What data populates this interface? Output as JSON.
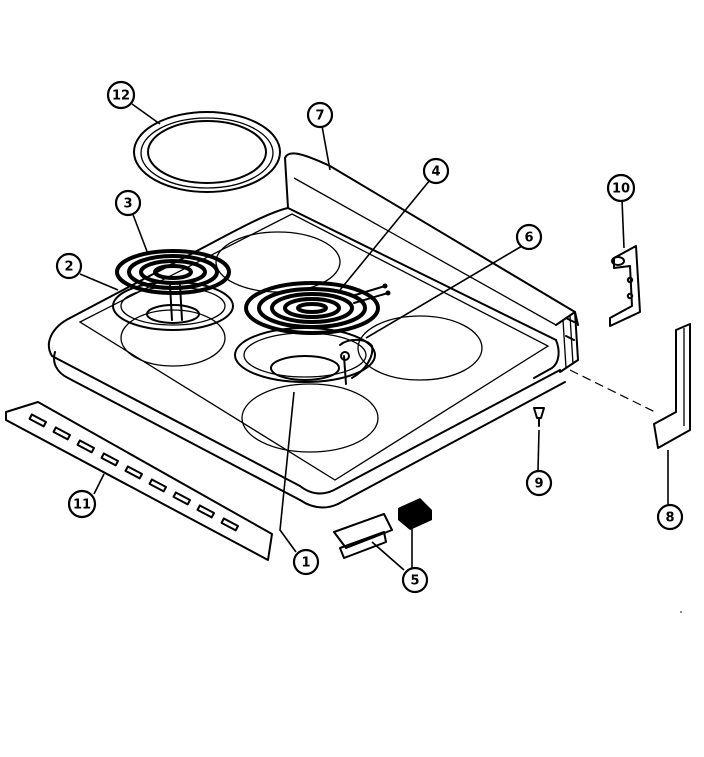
{
  "callouts": [
    {
      "id": "1",
      "label": "1",
      "part": "drip-bowl-large"
    },
    {
      "id": "2",
      "label": "2",
      "part": "drip-bowl-small"
    },
    {
      "id": "3",
      "label": "3",
      "part": "surface-element-small"
    },
    {
      "id": "4",
      "label": "4",
      "part": "surface-element-large"
    },
    {
      "id": "5",
      "label": "5",
      "part": "receptacle-block"
    },
    {
      "id": "6",
      "label": "6",
      "part": "element-receptacle-screw"
    },
    {
      "id": "7",
      "label": "7",
      "part": "cooktop"
    },
    {
      "id": "8",
      "label": "8",
      "part": "side-trim"
    },
    {
      "id": "9",
      "label": "9",
      "part": "screw"
    },
    {
      "id": "10",
      "label": "10",
      "part": "hinge-bracket"
    },
    {
      "id": "11",
      "label": "11",
      "part": "front-trim-strip"
    },
    {
      "id": "12",
      "label": "12",
      "part": "trim-ring"
    }
  ]
}
